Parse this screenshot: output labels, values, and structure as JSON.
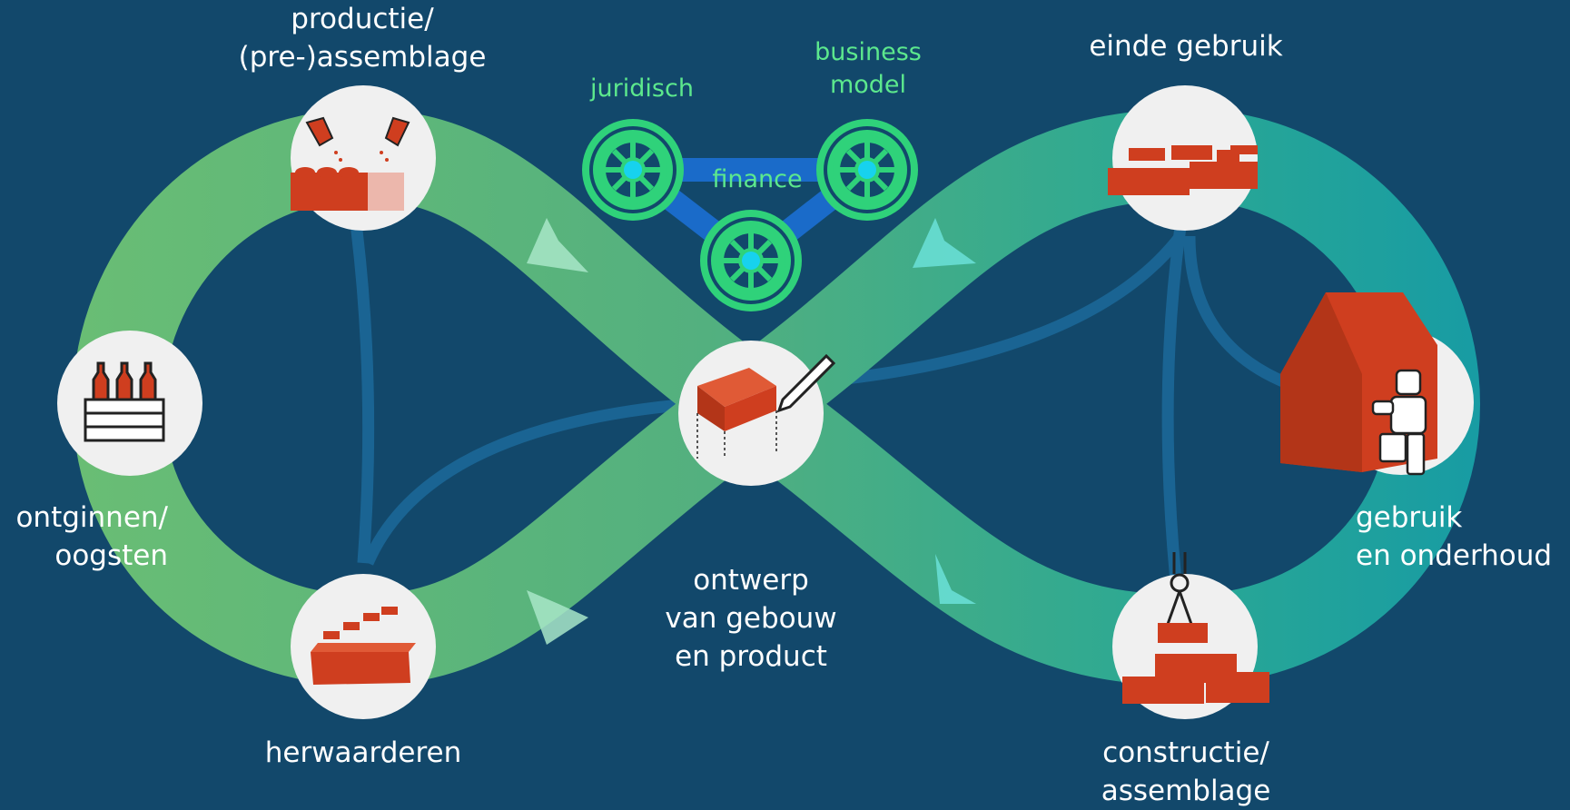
{
  "stages": {
    "production": [
      "productie/",
      "(pre-)assemblage"
    ],
    "harvesting": [
      "ontginnen/",
      "oogsten"
    ],
    "revaluation": [
      "herwaarderen"
    ],
    "design": [
      "ontwerp",
      "van gebouw",
      "en product"
    ],
    "end_of_use": [
      "einde gebruik"
    ],
    "use": [
      "gebruik",
      "en onderhoud"
    ],
    "construction": [
      "constructie/",
      "assemblage"
    ]
  },
  "enablers": {
    "legal": "juridisch",
    "business_model": [
      "business",
      "model"
    ],
    "finance": "finance"
  },
  "colors": {
    "background": "#12486b",
    "loop_left": "#6cbf73",
    "loop_right": "#1aa3a8",
    "brick": "#cf3e1f",
    "circle": "#f0f0f0",
    "gear_ring": "#39d67e",
    "gear_hub": "#17d2ee",
    "enabler_link": "#1a6bc9",
    "label_text": "#ffffff",
    "enabler_text": "#5ce88d"
  },
  "icons": [
    "glue-bottles-brick-icon",
    "bottle-crate-icon",
    "bricks-row-icon",
    "brick-sketch-pencil-icon",
    "stacked-bricks-icon",
    "house-figure-icon",
    "crane-hook-bricks-icon",
    "gear-icon"
  ]
}
